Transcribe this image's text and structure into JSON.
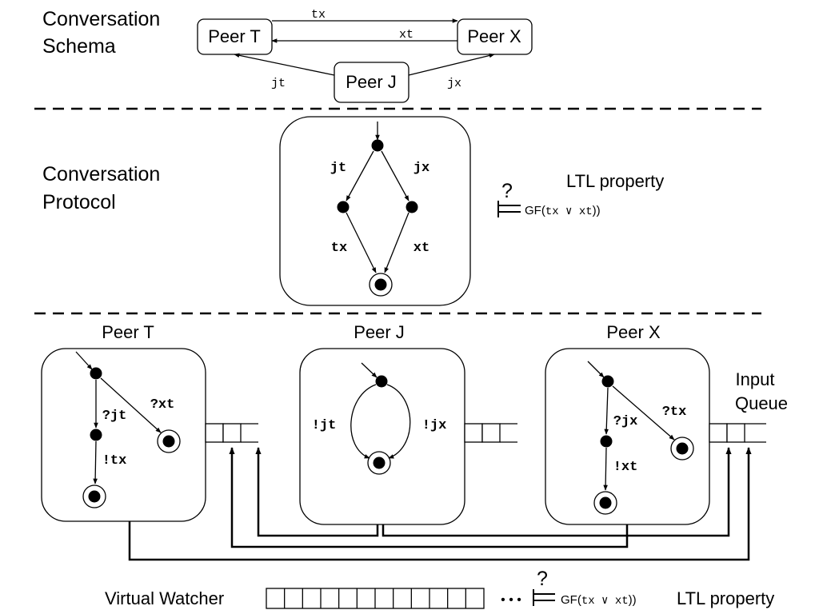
{
  "sections": {
    "schema": {
      "line1": "Conversation",
      "line2": "Schema"
    },
    "protocol": {
      "line1": "Conversation",
      "line2": "Protocol"
    }
  },
  "schema": {
    "peer_t": "Peer T",
    "peer_x": "Peer X",
    "peer_j": "Peer J",
    "msg_tx": "tx",
    "msg_xt": "xt",
    "msg_jt": "jt",
    "msg_jx": "jx"
  },
  "protocol": {
    "label_jt": "jt",
    "label_jx": "jx",
    "label_tx": "tx",
    "label_xt": "xt"
  },
  "ltl": {
    "question": "?",
    "title": "LTL property",
    "formula_prefix": "GF(",
    "formula_body": "tx ∨ xt",
    "formula_suffix": "))"
  },
  "peers": {
    "peer_t": {
      "title": "Peer T",
      "recv_jt": "?jt",
      "recv_xt": "?xt",
      "send_tx": "!tx"
    },
    "peer_j": {
      "title": "Peer J",
      "send_jt": "!jt",
      "send_jx": "!jx"
    },
    "peer_x": {
      "title": "Peer X",
      "recv_jx": "?jx",
      "recv_tx": "?tx",
      "send_xt": "!xt"
    }
  },
  "input_queue": {
    "line1": "Input",
    "line2": "Queue"
  },
  "watcher": {
    "label": "Virtual Watcher",
    "ellipsis": "• • •",
    "question": "?",
    "formula_prefix": "GF(",
    "formula_body": "tx ∨ xt",
    "formula_suffix": "))",
    "ltl_label": "LTL property"
  },
  "colors": {
    "ink": "#000000",
    "background": "#ffffff"
  }
}
